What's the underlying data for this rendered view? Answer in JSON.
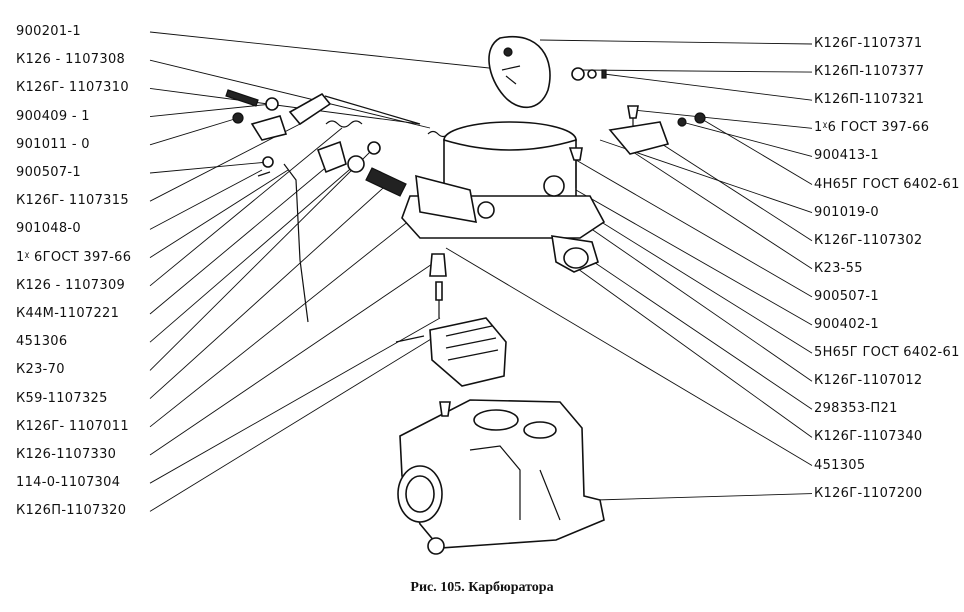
{
  "caption": "Рис. 105. Карбюратора",
  "labels_left": [
    "900201-1",
    "К126 - 1107308",
    "К126Г- 1107310",
    "900409 - 1",
    "901011 - 0",
    "900507-1",
    "К126Г- 1107315",
    "901048-0",
    "1ᵡ 6ГОСТ 397-66",
    "К126 - 1107309",
    "К44М-1107221",
    "451306",
    "К23-70",
    "К59-1107325",
    "К126Г- 1107011",
    "К126-1107330",
    "114-0-1107304",
    "К126П-1107320"
  ],
  "labels_right": [
    "К126Г-1107371",
    "К126П-1107377",
    "К126П-1107321",
    "1ᵡ6 ГОСТ 397-66",
    "900413-1",
    "4Н65Г ГОСТ 6402-61",
    "901019-0",
    "К126Г-1107302",
    "К23-55",
    "900507-1",
    "900402-1",
    "5Н65Г ГОСТ 6402-61",
    "К126Г-1107012",
    "298353-П21",
    "К126Г-1107340",
    "451305",
    "К126Г-1107200"
  ]
}
